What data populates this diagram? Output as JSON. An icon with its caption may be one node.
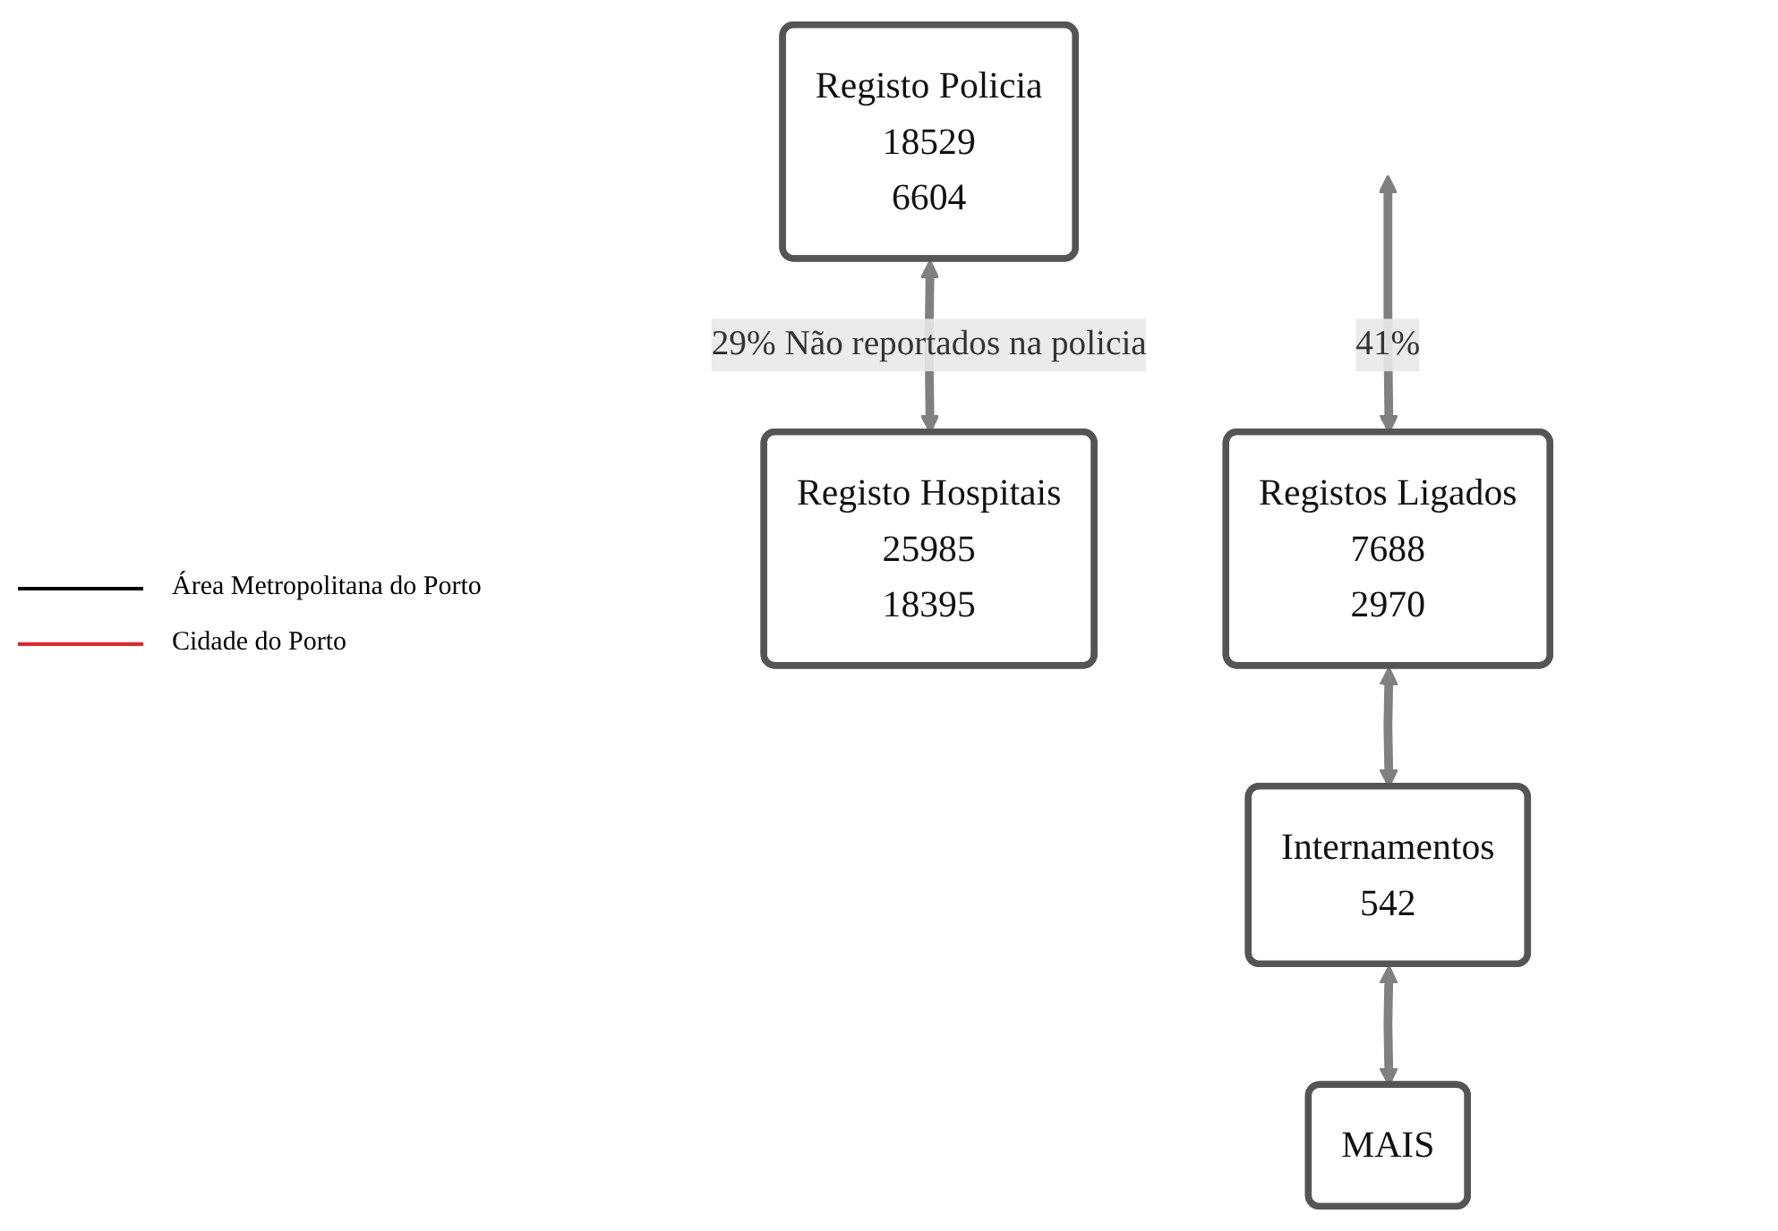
{
  "diagram": {
    "nodes": [
      {
        "text": [
          "Registo Policia",
          "18529",
          "6604"
        ]
      },
      {
        "text": [
          "Registo Hospitais",
          "25985",
          "18395"
        ]
      },
      {
        "text": [
          "Registos Ligados",
          "7688",
          "2970"
        ]
      },
      {
        "text": [
          "Internamentos",
          "542"
        ]
      },
      {
        "text": [
          "MAIS"
        ]
      }
    ],
    "edges": [
      {
        "from": 0,
        "to": 1,
        "arrow": "both",
        "label": "29% Não reportados na policia"
      },
      {
        "from": null,
        "to": 2,
        "arrow": "both",
        "label": "41%"
      },
      {
        "from": 2,
        "to": 3,
        "arrow": "both"
      },
      {
        "from": 3,
        "to": 4,
        "arrow": "both"
      }
    ],
    "legend": [
      {
        "text": "Área Metropolitana do Porto"
      },
      {
        "text": "Cidade do Porto"
      }
    ]
  }
}
